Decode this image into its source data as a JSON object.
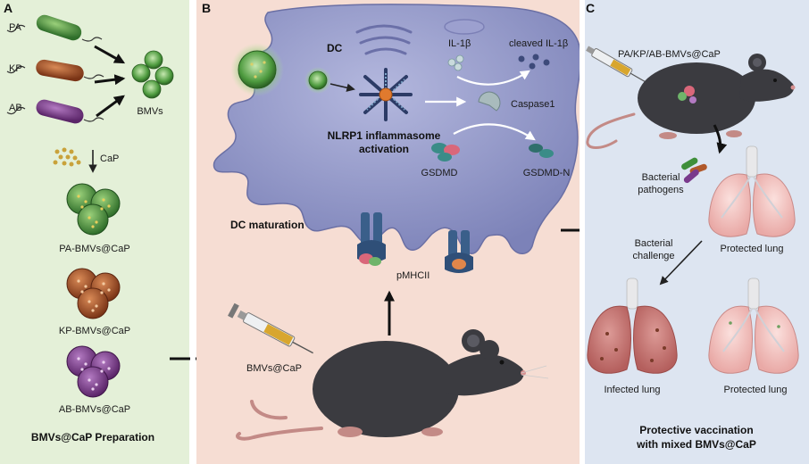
{
  "panels": {
    "a": {
      "letter": "A",
      "bacteria": [
        "PA",
        "KP",
        "AB"
      ],
      "bmvs": "BMVs",
      "cap": "CaP",
      "products": [
        "PA-BMVs@CaP",
        "KP-BMVs@CaP",
        "AB-BMVs@CaP"
      ],
      "caption": "BMVs@CaP Preparation",
      "colors": {
        "background": "#e4f0d8",
        "pa": "#3f8f3a",
        "kp": "#b0582a",
        "ab": "#7a3a8c"
      }
    },
    "b": {
      "letter": "B",
      "dc": "DC",
      "il1b": "IL-1β",
      "cleaved_il1b": "cleaved IL-1β",
      "caspase1": "Caspase1",
      "inflammasome_line1": "NLRP1 inflammasome",
      "inflammasome_line2": "activation",
      "gsdmd": "GSDMD",
      "gsdmd_n": "GSDMD-N",
      "maturation": "DC maturation",
      "pmhcii": "pMHCII",
      "injection": "BMVs@CaP",
      "colors": {
        "background": "#f6ddd3",
        "cell": "#8f95c4"
      }
    },
    "c": {
      "letter": "C",
      "injection": "PA/KP/AB-BMVs@CaP",
      "pathogens_line1": "Bacterial",
      "pathogens_line2": "pathogens",
      "protected_top": "Protected lung",
      "challenge_line1": "Bacterial",
      "challenge_line2": "challenge",
      "infected": "Infected lung",
      "protected_bottom": "Protected lung",
      "caption_line1": "Protective vaccination",
      "caption_line2": "with mixed BMVs@CaP",
      "colors": {
        "background": "#dde5f1"
      }
    }
  }
}
